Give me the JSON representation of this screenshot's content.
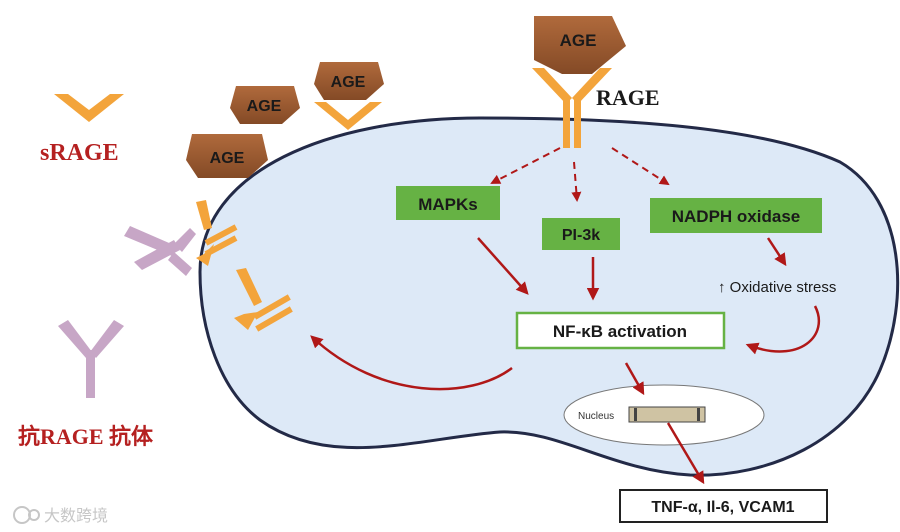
{
  "labels": {
    "age": "AGE",
    "rage": "RAGE",
    "srage": "sRAGE",
    "anti_rage_antibody": "抗RAGE 抗体",
    "mapks": "MAPKs",
    "pi3k": "PI-3k",
    "nadph_oxidase": "NADPH oxidase",
    "oxidative_stress": "↑ Oxidative stress",
    "nfkb_activation": "NF-κB activation",
    "nucleus": "Nucleus",
    "outputs": "TNF-α, Il-6, VCAM1",
    "watermark": "大数跨境"
  },
  "colors": {
    "cell_fill": "#dde9f7",
    "cell_stroke": "#232a47",
    "receptor_orange": "#f3a43b",
    "age_brown": "#9a5a32",
    "antibody_purple": "#c7a6c6",
    "pathway_green": "#66b244",
    "arrow_red": "#b01818",
    "srage_text": "#b52020"
  }
}
